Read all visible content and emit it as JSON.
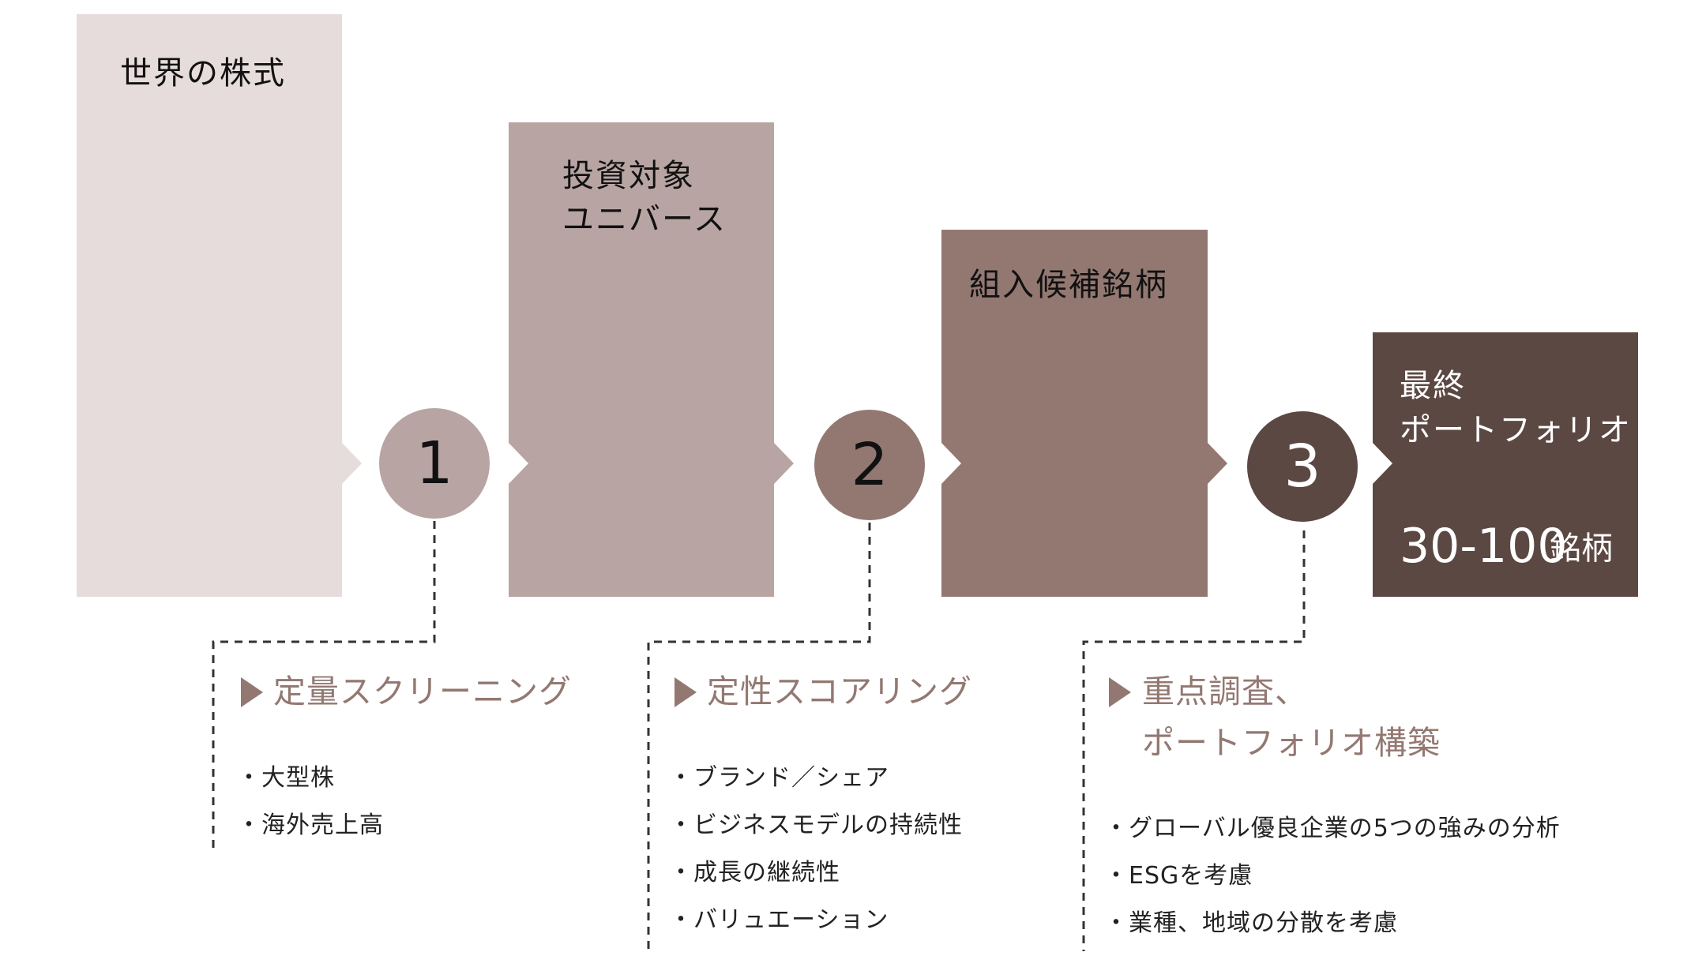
{
  "stages": [
    {
      "title_lines": [
        "世界の株式"
      ],
      "color": "#e6dcdb"
    },
    {
      "title_lines": [
        "投資対象",
        "ユニバース"
      ],
      "color": "#b8a5a3"
    },
    {
      "title_lines": [
        "組入候補銘柄"
      ],
      "color": "#937872"
    },
    {
      "title_lines": [
        "最終",
        "ポートフォリオ"
      ],
      "count": "30-100",
      "count_unit": "銘柄",
      "color": "#5c4843"
    }
  ],
  "steps": [
    {
      "number": "1",
      "circle_color": "#b8a5a3",
      "heading_lines": [
        "定量スクリーニング"
      ],
      "bullets": [
        "・大型株",
        "・海外売上高"
      ]
    },
    {
      "number": "2",
      "circle_color": "#937872",
      "heading_lines": [
        "定性スコアリング"
      ],
      "bullets": [
        "・ブランド／シェア",
        "・ビジネスモデルの持続性",
        "・成長の継続性",
        "・バリュエーション"
      ]
    },
    {
      "number": "3",
      "circle_color": "#5c4843",
      "heading_lines": [
        "重点調査、",
        "ポートフォリオ構築"
      ],
      "bullets": [
        "・グローバル優良企業の5つの強みの分析",
        "・ESGを考慮",
        "・業種、地域の分散を考慮"
      ]
    }
  ],
  "accent_color": "#937872"
}
